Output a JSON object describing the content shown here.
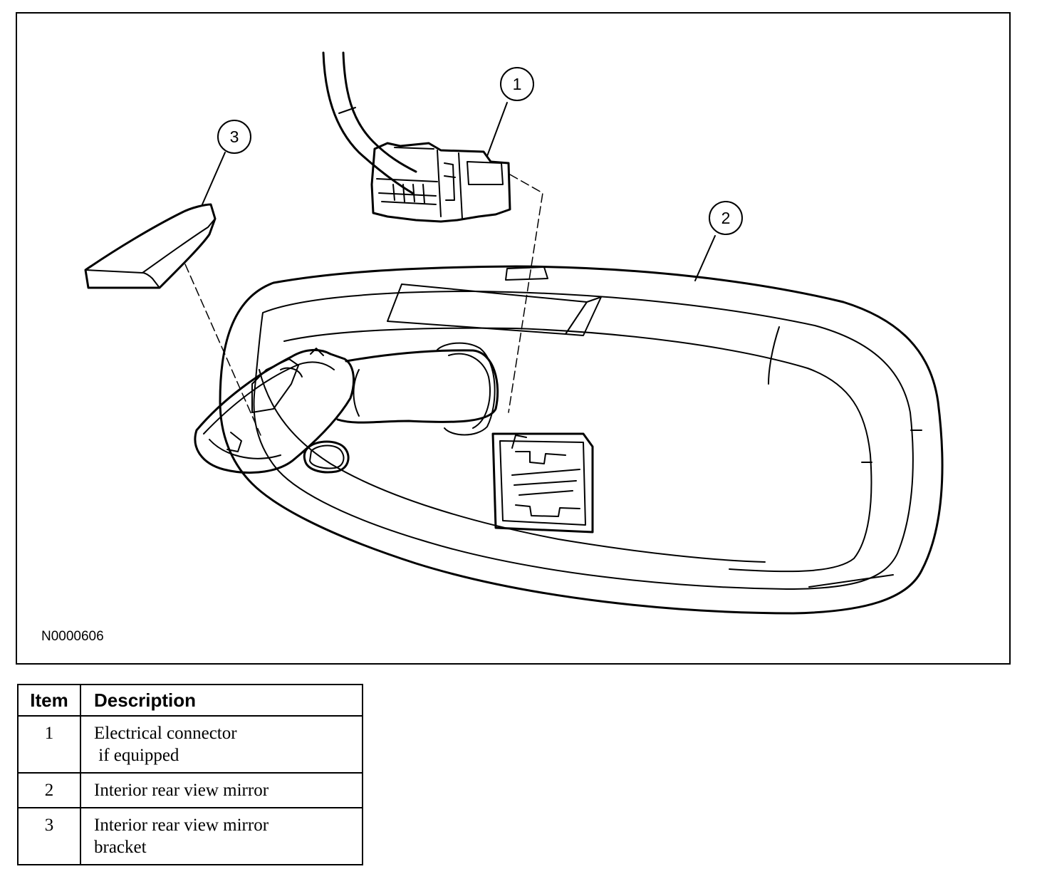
{
  "figure": {
    "figure_id": "N0000606",
    "callouts": [
      "1",
      "2",
      "3"
    ]
  },
  "legend": {
    "headers": {
      "item": "Item",
      "description": "Description"
    },
    "rows": [
      {
        "item": "1",
        "description": "Electrical connector\n if equipped"
      },
      {
        "item": "2",
        "description": "Interior rear view mirror"
      },
      {
        "item": "3",
        "description": "Interior rear view mirror\nbracket"
      }
    ]
  }
}
